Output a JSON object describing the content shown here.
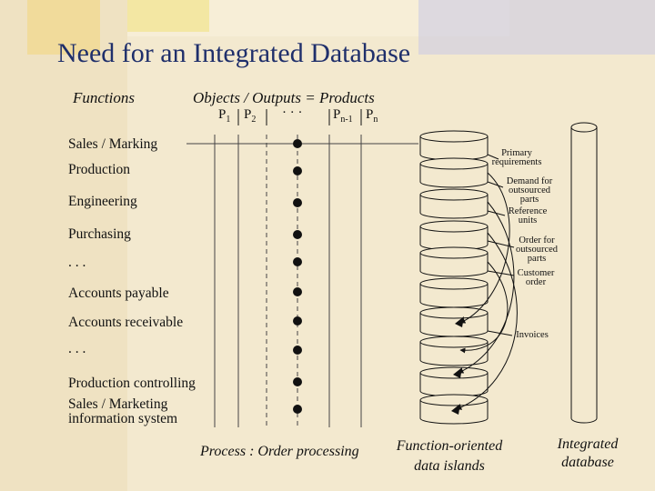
{
  "title": "Need for an Integrated Database",
  "headers": {
    "functions": "Functions",
    "objects": "Objects / Outputs = Products"
  },
  "products": {
    "p1": "P",
    "p1_sub": "1",
    "p2": "P",
    "p2_sub": "2",
    "dots": "· · ·",
    "pn1": "P",
    "pn1_sub": "n-1",
    "pn": "P",
    "pn_sub": "n"
  },
  "functions": [
    "Sales / Marking",
    "Production",
    "Engineering",
    "Purchasing",
    ". . .",
    "Accounts payable",
    "Accounts receivable",
    ". . .",
    "Production controlling",
    "Sales / Marketing",
    "information system"
  ],
  "data_labels": [
    "Primary\nrequirements",
    "Demand for\noutsourced\nparts",
    "Reference\nunits",
    "Order for\noutsourced\nparts",
    "Customer\norder",
    "Invoices"
  ],
  "captions": {
    "process": "Process : Order processing",
    "islands_1": "Function-oriented",
    "islands_2": "data islands",
    "integrated_1": "Integrated",
    "integrated_2": "database"
  },
  "colors": {
    "title": "#1f2f6b",
    "ink": "#111111",
    "background": "#f3e9cf"
  }
}
